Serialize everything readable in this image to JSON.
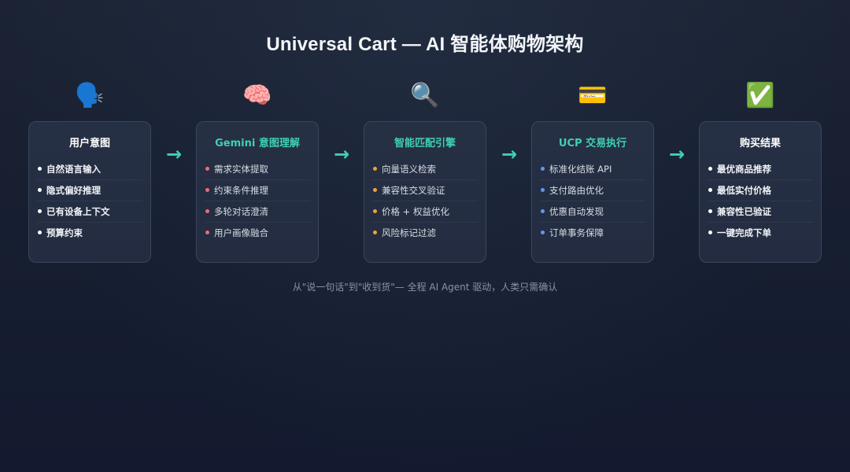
{
  "title": "Universal Cart — AI 智能体购物架构",
  "stages": [
    {
      "icon": "🗣️",
      "icon_name": "speaking-head-icon",
      "title": "用户意图",
      "title_color": "#ffffff",
      "dot_color": "#ffffff",
      "items": [
        "自然语言输入",
        "隐式偏好推理",
        "已有设备上下文",
        "预算约束"
      ]
    },
    {
      "icon": "🧠",
      "icon_name": "brain-icon",
      "title": "Gemini 意图理解",
      "title_color": "#3fd0b4",
      "dot_color": "#f06a7a",
      "items": [
        "需求实体提取",
        "约束条件推理",
        "多轮对话澄清",
        "用户画像融合"
      ]
    },
    {
      "icon": "🔍",
      "icon_name": "magnifier-icon",
      "title": "智能匹配引擎",
      "title_color": "#3fd0b4",
      "dot_color": "#f0a23a",
      "items": [
        "向量语义检索",
        "兼容性交叉验证",
        "价格 + 权益优化",
        "风险标记过滤"
      ]
    },
    {
      "icon": "💳",
      "icon_name": "credit-card-icon",
      "title": "UCP 交易执行",
      "title_color": "#3fd0b4",
      "dot_color": "#5b9bf0",
      "items": [
        "标准化结账 API",
        "支付路由优化",
        "优惠自动发现",
        "订单事务保障"
      ]
    },
    {
      "icon": "✅",
      "icon_name": "check-mark-icon",
      "title": "购买结果",
      "title_color": "#ffffff",
      "dot_color": "#ffffff",
      "items": [
        "最优商品推荐",
        "最低实付价格",
        "兼容性已验证",
        "一键完成下单"
      ]
    }
  ],
  "arrow_symbol": "→",
  "footer": "从\"说一句话\"到\"收到货\"— 全程 AI Agent 驱动，人类只需确认"
}
